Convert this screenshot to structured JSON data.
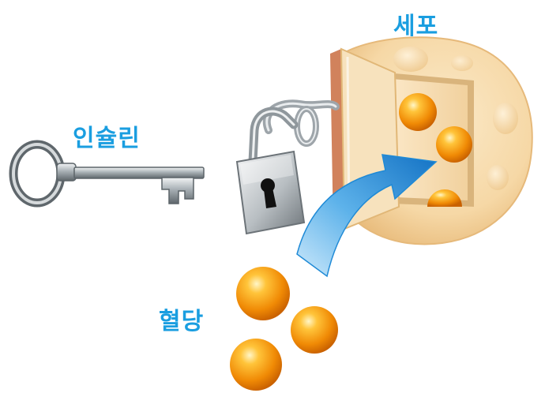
{
  "labels": {
    "cell": "세포",
    "insulin": "인슐린",
    "glucose": "혈당"
  },
  "colors": {
    "label_text": "#1a9ee0",
    "cell_fill": "#f6d8a6",
    "cell_edge": "#e6b97a",
    "door_frame": "#d1825c",
    "sphere_orange": "#f39a12",
    "arrow_blue": "#1f8ad6",
    "metal_gray": "#8e969c"
  },
  "icons": [
    "key-icon",
    "padlock-icon",
    "cell-icon",
    "door-icon",
    "arrow-icon",
    "glucose-sphere-icon"
  ]
}
